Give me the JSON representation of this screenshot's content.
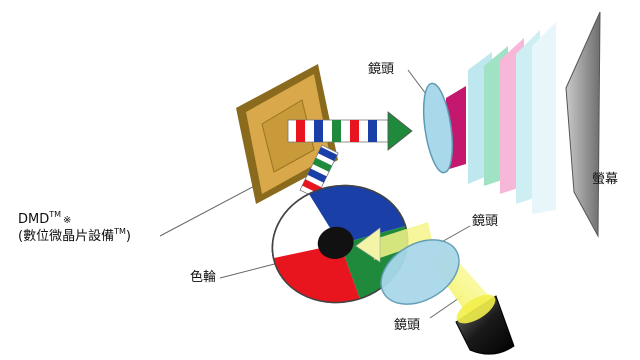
{
  "labels": {
    "lens_top": "鏡頭",
    "lens_mid": "鏡頭",
    "lens_bottom": "鏡頭",
    "screen": "螢幕",
    "color_wheel": "色輪",
    "dmd": {
      "line1": "DMD",
      "line1_tm": "TM",
      "line1_mark": "※",
      "line2": "(數位微晶片設備",
      "line2_tm": "TM",
      "line2_close": ")"
    }
  },
  "colors": {
    "red": "#e8141e",
    "green": "#1f8a3c",
    "blue": "#1a3fa6",
    "white": "#ffffff",
    "lens": "#a9d8ea",
    "dmd_frame": "#8a6a1c",
    "dmd_face": "#d8a84a",
    "light_yellow": "#f6f58a",
    "screen_gray": "#9a9a9a"
  }
}
